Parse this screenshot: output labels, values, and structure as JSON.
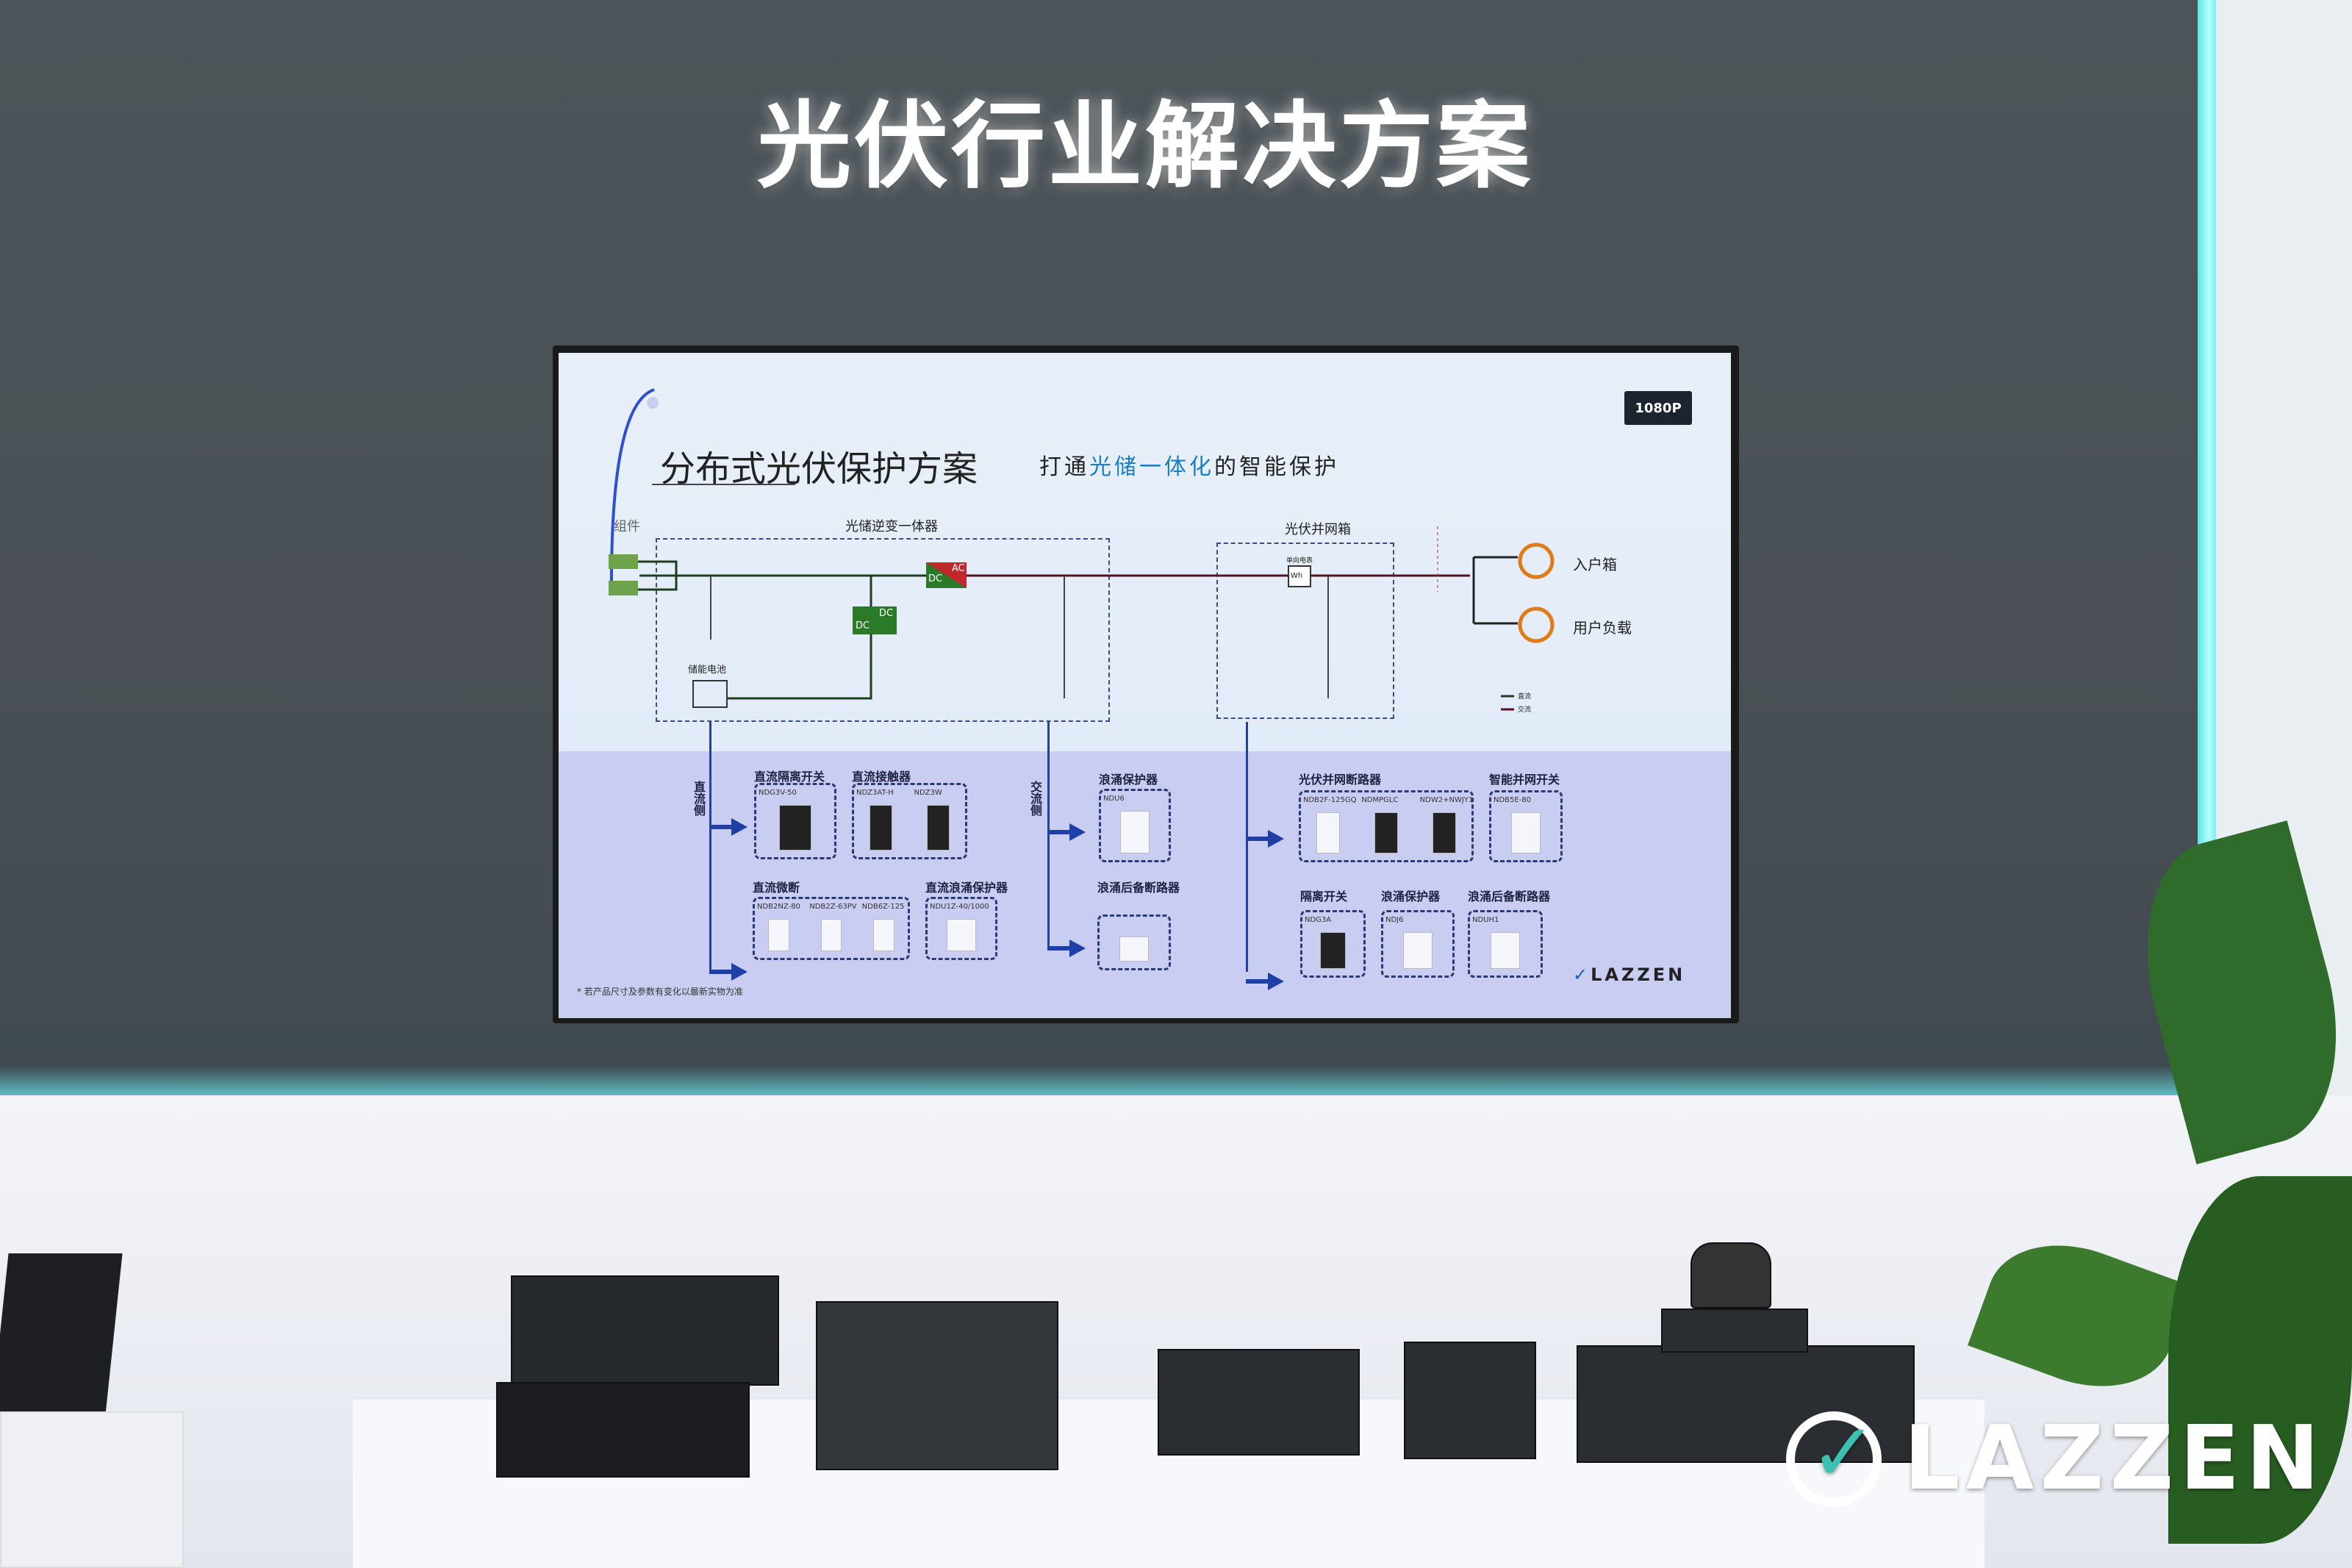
{
  "headline": "光伏行业解决方案",
  "screen": {
    "title": "分布式光伏保护方案",
    "subtitle_parts": [
      "打通",
      "光储一体化",
      "的智能保护"
    ],
    "badge": "1080P",
    "diagram": {
      "components_label": "组件",
      "inverter_label": "光储逆变一体器",
      "grid_box_label": "光伏并网箱",
      "battery_label": "储能电池",
      "meter_label": "单向电表",
      "meter_unit": "Wh",
      "dc_ac_converter": [
        "DC",
        "AC"
      ],
      "dc_dc_converter": [
        "DC",
        "DC"
      ],
      "outputs": [
        "入户箱",
        "用户负载"
      ],
      "legend": [
        "直流",
        "交流"
      ]
    },
    "sections": {
      "dc_side": "直流侧",
      "ac_side": "交流侧"
    },
    "product_groups": [
      {
        "title": "直流隔离开关",
        "models": [
          "NDG3V-50"
        ]
      },
      {
        "title": "直流接触器",
        "models": [
          "NDZ3AT-H",
          "NDZ3W"
        ]
      },
      {
        "title": "浪涌保护器",
        "models": [
          "NDU6"
        ]
      },
      {
        "title": "光伏并网断路器",
        "models": [
          "NDB2F-125GQ",
          "NDMPGLC",
          "NDW2+NWJY1"
        ]
      },
      {
        "title": "智能并网开关",
        "models": [
          "NDB5E-80"
        ]
      },
      {
        "title": "直流微断",
        "models": [
          "NDB2NZ-80",
          "NDB2Z-63PV",
          "NDB6Z-125"
        ]
      },
      {
        "title": "直流浪涌保护器",
        "models": [
          "NDU1Z-40/1000"
        ]
      },
      {
        "title": "浪涌后备断路器",
        "models": []
      },
      {
        "title": "隔离开关",
        "models": [
          "NDG3A"
        ]
      },
      {
        "title": "浪涌保护器",
        "models": [
          "NDJ6"
        ]
      },
      {
        "title": "浪涌后备断路器",
        "models": [
          "NDUH1"
        ]
      }
    ],
    "footnote": "* 若产品尺寸及参数有变化以最新实物为准",
    "logo": "LAZZEN"
  },
  "booth_logo": "LAZZEN",
  "colors": {
    "accent_blue": "#1e3fa8",
    "teal_glow": "#66d9dd",
    "dc_green": "#2f7a2a",
    "ac_red": "#c0282d"
  }
}
